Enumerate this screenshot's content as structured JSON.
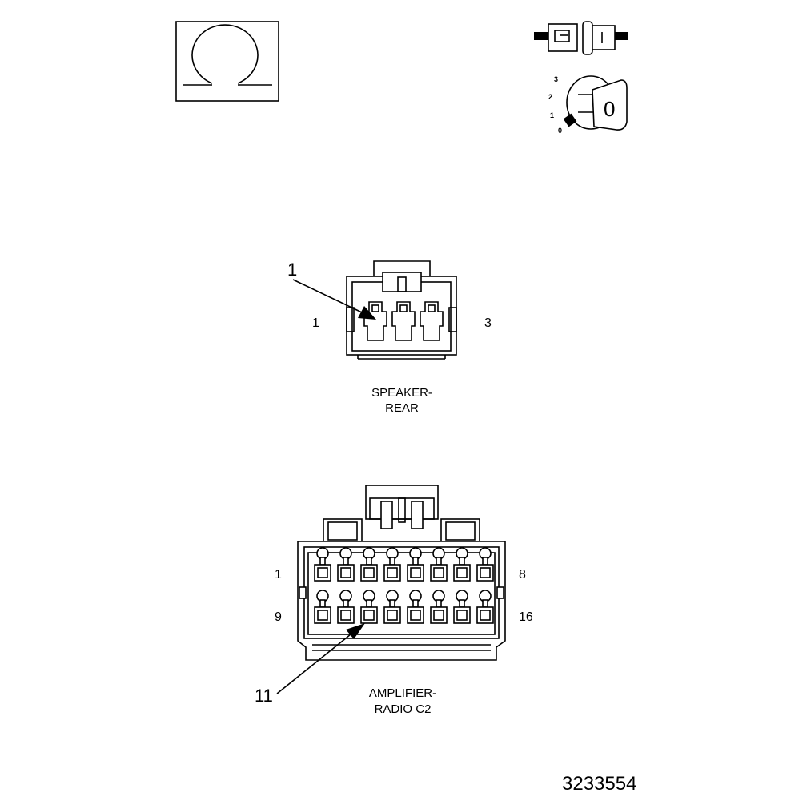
{
  "ohm_symbol": {
    "glyph": "Ω"
  },
  "ignition_key": {
    "positions": [
      "3",
      "2",
      "1",
      "0"
    ],
    "key_mark": "0"
  },
  "speaker_connector": {
    "callout": "1",
    "pin_left": "1",
    "pin_right": "3",
    "caption_line1": "SPEAKER-",
    "caption_line2": "REAR",
    "cavities": 3
  },
  "amplifier_connector": {
    "callout": "11",
    "pin_top_left": "1",
    "pin_top_right": "8",
    "pin_bottom_left": "9",
    "pin_bottom_right": "16",
    "caption_line1": "AMPLIFIER-",
    "caption_line2": "RADIO C2",
    "cavities_per_row": 8,
    "rows": 2
  },
  "figure_number": "3233554",
  "colors": {
    "line": "#000000",
    "background": "#ffffff"
  }
}
